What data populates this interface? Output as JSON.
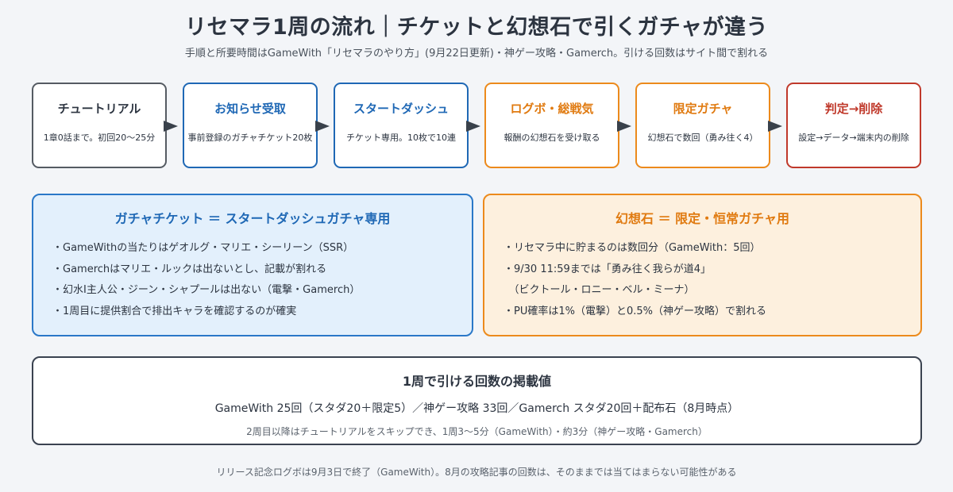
{
  "header": {
    "title": "リセマラ1周の流れ｜チケットと幻想石で引くガチャが違う",
    "subtitle": "手順と所要時間はGameWith「リセマラのやり方」(9月22日更新)・神ゲー攻略・Gamerch。引ける回数はサイト間で割れる"
  },
  "steps": [
    {
      "title": "チュートリアル",
      "desc": "1章0話まで。初回20〜25分",
      "color": "#555b63"
    },
    {
      "title": "お知らせ受取",
      "desc": "事前登録のガチャチケット20枚",
      "color": "#1f68b5"
    },
    {
      "title": "スタートダッシュ",
      "desc": "チケット専用。10枚で10連",
      "color": "#1f68b5"
    },
    {
      "title": "ログボ・総戦気",
      "desc": "報酬の幻想石を受け取る",
      "color": "#ec8a1c"
    },
    {
      "title": "限定ガチャ",
      "desc": "幻想石で数回（勇み往く4）",
      "color": "#ec8a1c"
    },
    {
      "title": "判定→削除",
      "desc": "設定→データ→端末内の削除",
      "color": "#c0392b"
    }
  ],
  "ticket_panel": {
    "title": "ガチャチケット ＝ スタートダッシュガチャ専用",
    "items": [
      "・GameWithの当たりはゲオルグ・マリエ・シーリーン（SSR）",
      "・Gamerchはマリエ・ルックは出ないとし、記載が割れる",
      "・幻水Ⅰ主人公・ジーン・シャプールは出ない（電撃・Gamerch）",
      "・1周目に提供割合で排出キャラを確認するのが確実"
    ]
  },
  "stone_panel": {
    "title": "幻想石 ＝ 限定・恒常ガチャ用",
    "items": [
      "・リセマラ中に貯まるのは数回分（GameWith：5回）",
      "・9/30 11:59までは「勇み往く我らが道4」",
      "　（ビクトール・ロニー・ベル・ミーナ）",
      "・PU確率は1%（電撃）と0.5%（神ゲー攻略）で割れる"
    ]
  },
  "summary": {
    "title": "1周で引ける回数の掲載値",
    "values": "GameWith 25回（スタダ20＋限定5）／神ゲー攻略 33回／Gamerch スタダ20回＋配布石（8月時点）",
    "note": "2周目以降はチュートリアルをスキップでき、1周3〜5分（GameWith）・約3分（神ゲー攻略・Gamerch）"
  },
  "footer": {
    "text": "リリース記念ログボは9月3日で終了（GameWith）。8月の攻略記事の回数は、そのままでは当てはまらない可能性がある"
  }
}
